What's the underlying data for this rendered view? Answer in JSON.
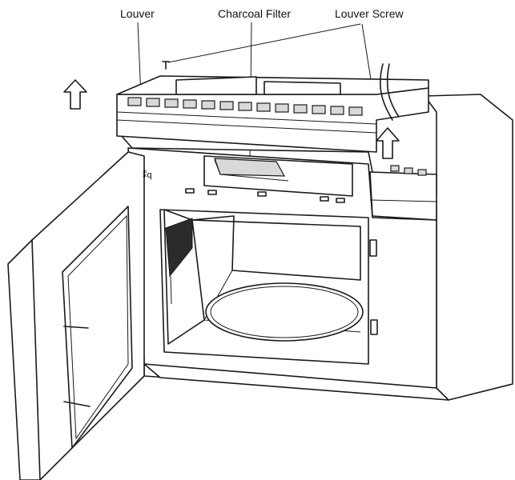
{
  "labels": {
    "louver": "Louver",
    "charcoal_filter": "Charcoal Filter",
    "louver_screw": "Louver Screw"
  },
  "colors": {
    "line": "#1a1a1a",
    "background": "#ffffff",
    "shade": "#d9d9d9"
  },
  "icons": {
    "lift_arrows": "up-arrow-icon"
  }
}
